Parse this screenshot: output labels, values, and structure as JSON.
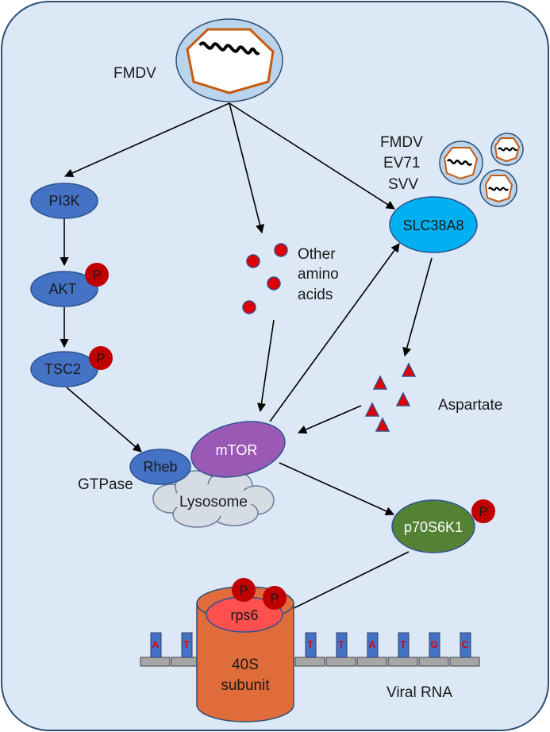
{
  "labels": {
    "fmdv": "FMDV",
    "viruses": [
      "FMDV",
      "EV71",
      "SVV"
    ],
    "pi3k": "PI3K",
    "akt": "AKT",
    "tsc2": "TSC2",
    "rheb": "Rheb",
    "gtpase": "GTPase",
    "mtor": "mTOR",
    "lysosome": "Lysosome",
    "slc38a8": "SLC38A8",
    "other_amino_acids": [
      "Other",
      "amino",
      "acids"
    ],
    "aspartate": "Aspartate",
    "p70s6k1": "p70S6K1",
    "rps6": "rps6",
    "ribosome": [
      "40S",
      "subunit"
    ],
    "viral_rna": "Viral RNA",
    "phospho": "P"
  },
  "rna_bases": [
    "A",
    "T",
    "T",
    "T",
    "A",
    "T",
    "G",
    "C"
  ],
  "colors": {
    "cell_fill": "#dce8f5",
    "cell_stroke": "#2f4f73",
    "node_blue": "#4472c4",
    "slc_cyan": "#00b0f0",
    "mtor_purple": "#9b59b6",
    "p70_green": "#548235",
    "ribosome_orange": "#e06c3c",
    "rps6_red": "#ff5050",
    "phospho_red": "#c00000",
    "amino_red": "#e00000",
    "virus_ring": "#b9d4ec",
    "capsid_orange": "#c55a11"
  }
}
